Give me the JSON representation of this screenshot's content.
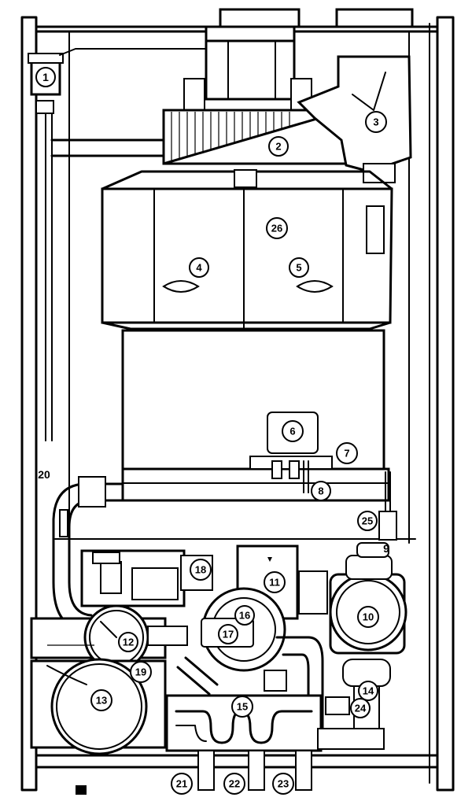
{
  "diagram": {
    "watermark": "",
    "labels": [
      {
        "id": "1",
        "text": "1"
      },
      {
        "id": "2",
        "text": "2"
      },
      {
        "id": "3",
        "text": "3"
      },
      {
        "id": "4",
        "text": "4"
      },
      {
        "id": "5",
        "text": "5"
      },
      {
        "id": "6",
        "text": "6"
      },
      {
        "id": "7",
        "text": "7"
      },
      {
        "id": "8",
        "text": "8"
      },
      {
        "id": "9",
        "text": "9"
      },
      {
        "id": "10",
        "text": "10"
      },
      {
        "id": "11",
        "text": "11"
      },
      {
        "id": "12",
        "text": "12"
      },
      {
        "id": "13",
        "text": "13"
      },
      {
        "id": "14",
        "text": "14"
      },
      {
        "id": "15",
        "text": "15"
      },
      {
        "id": "16",
        "text": "16"
      },
      {
        "id": "17",
        "text": "17"
      },
      {
        "id": "18",
        "text": "18"
      },
      {
        "id": "19",
        "text": "19"
      },
      {
        "id": "20",
        "text": "20"
      },
      {
        "id": "21",
        "text": "21"
      },
      {
        "id": "22",
        "text": "22"
      },
      {
        "id": "23",
        "text": "23"
      },
      {
        "id": "24",
        "text": "24"
      },
      {
        "id": "25",
        "text": "25"
      },
      {
        "id": "26",
        "text": "26"
      }
    ]
  }
}
